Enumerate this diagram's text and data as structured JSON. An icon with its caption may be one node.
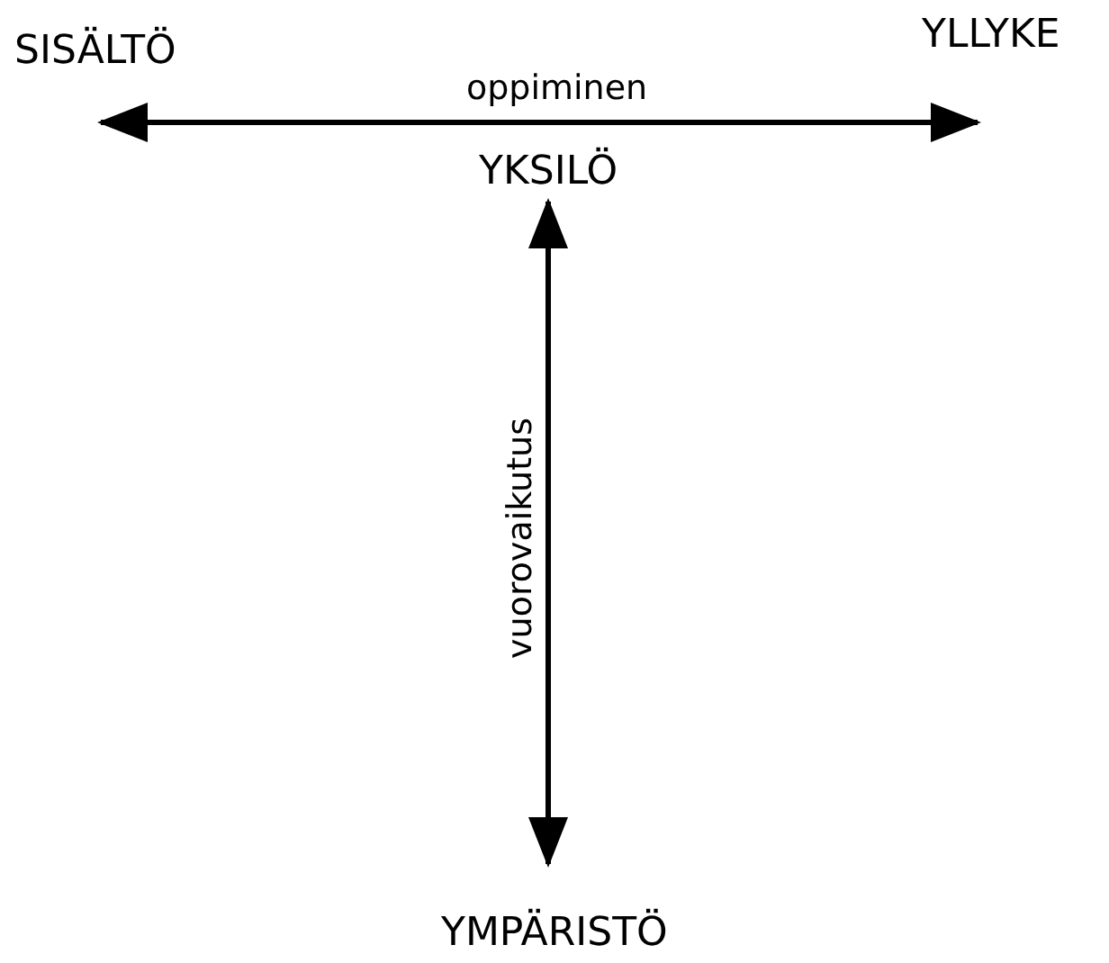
{
  "diagram": {
    "nodes": [
      {
        "text": [
          "SISÄLTÖ"
        ]
      },
      {
        "text": [
          "YLLYKE"
        ]
      },
      {
        "text": [
          "YKSILÖ"
        ]
      },
      {
        "text": [
          "YMPÄRISTÖ"
        ]
      }
    ],
    "edges": [
      {
        "from": 0,
        "to": 1,
        "arrow": "both",
        "label": "oppiminen"
      },
      {
        "from": 2,
        "to": 3,
        "arrow": "both",
        "label": "vuorovaikutus"
      }
    ]
  }
}
